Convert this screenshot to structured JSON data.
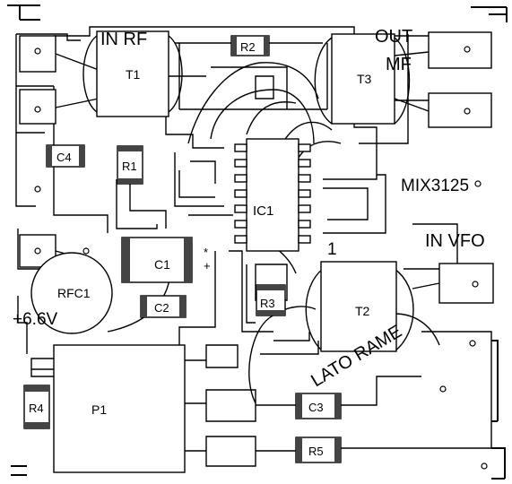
{
  "labels": {
    "in_rf": "IN RF",
    "out": "OUT",
    "mf": "MF",
    "mix": "MIX3125",
    "in_vfo": "IN VFO",
    "pin1": "1",
    "supply": "+6.6V",
    "side": "LATO RAME",
    "polarity": "*\n+"
  },
  "components": {
    "t1": "T1",
    "t2": "T2",
    "t3": "T3",
    "ic1": "IC1",
    "r1": "R1",
    "r2": "R2",
    "r3": "R3",
    "r4": "R4",
    "r5": "R5",
    "c1": "C1",
    "c2": "C2",
    "c3": "C3",
    "c4": "C4",
    "rfc1": "RFC1",
    "p1": "P1"
  }
}
